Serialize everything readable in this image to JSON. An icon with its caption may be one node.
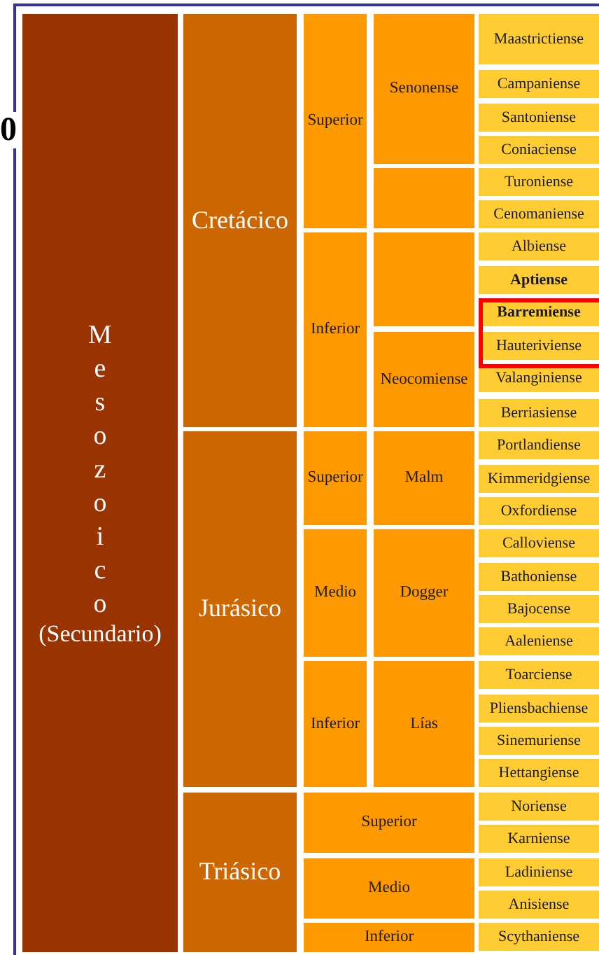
{
  "diagram": {
    "nodes": [
      {
        "text": [
          "Mesozoico",
          "(Secundario)"
        ]
      },
      {
        "text": [
          "Cretácico"
        ]
      },
      {
        "text": [
          "Jurásico"
        ]
      },
      {
        "text": [
          "Triásico"
        ]
      },
      {
        "text": [
          "Superior"
        ]
      },
      {
        "text": [
          "Inferior"
        ]
      },
      {
        "text": [
          "Superior"
        ]
      },
      {
        "text": [
          "Medio"
        ]
      },
      {
        "text": [
          "Inferior"
        ]
      },
      {
        "text": [
          "Superior"
        ]
      },
      {
        "text": [
          "Medio"
        ]
      },
      {
        "text": [
          "Inferior"
        ]
      },
      {
        "text": [
          "Senonense"
        ]
      },
      {
        "text": [],
        "shape": "box"
      },
      {
        "text": [],
        "shape": "box"
      },
      {
        "text": [
          "Neocomiense"
        ]
      },
      {
        "text": [
          "Malm"
        ]
      },
      {
        "text": [
          "Dogger"
        ]
      },
      {
        "text": [
          "Lías"
        ]
      },
      {
        "text": [
          "Maastrictiense"
        ]
      },
      {
        "text": [
          "Campaniense"
        ]
      },
      {
        "text": [
          "Santoniense"
        ]
      },
      {
        "text": [
          "Coniaciense"
        ]
      },
      {
        "text": [
          "Turoniense"
        ]
      },
      {
        "text": [
          "Cenomaniense"
        ]
      },
      {
        "text": [
          "Albiense"
        ]
      },
      {
        "text": [
          "Aptiense"
        ]
      },
      {
        "text": [
          "Barremiense"
        ]
      },
      {
        "text": [
          "Hauteriviense"
        ]
      },
      {
        "text": [
          "Valanginiense"
        ]
      },
      {
        "text": [
          "Berriasiense"
        ]
      },
      {
        "text": [
          "Portlandiense"
        ]
      },
      {
        "text": [
          "Kimmeridgiense"
        ]
      },
      {
        "text": [
          "Oxfordiense"
        ]
      },
      {
        "text": [
          "Calloviense"
        ]
      },
      {
        "text": [
          "Bathoniense"
        ]
      },
      {
        "text": [
          "Bajocense"
        ]
      },
      {
        "text": [
          "Aaleniense"
        ]
      },
      {
        "text": [
          "Toarciense"
        ]
      },
      {
        "text": [
          "Pliensbachiense"
        ]
      },
      {
        "text": [
          "Sinemuriense"
        ]
      },
      {
        "text": [
          "Hettangiense"
        ]
      },
      {
        "text": [
          "Noriense"
        ]
      },
      {
        "text": [
          "Karniense"
        ]
      },
      {
        "text": [
          "Ladiniense"
        ]
      },
      {
        "text": [
          "Anisiense"
        ]
      },
      {
        "text": [
          "Scythaniense"
        ]
      }
    ],
    "edges": [],
    "labels": [
      "0"
    ]
  }
}
